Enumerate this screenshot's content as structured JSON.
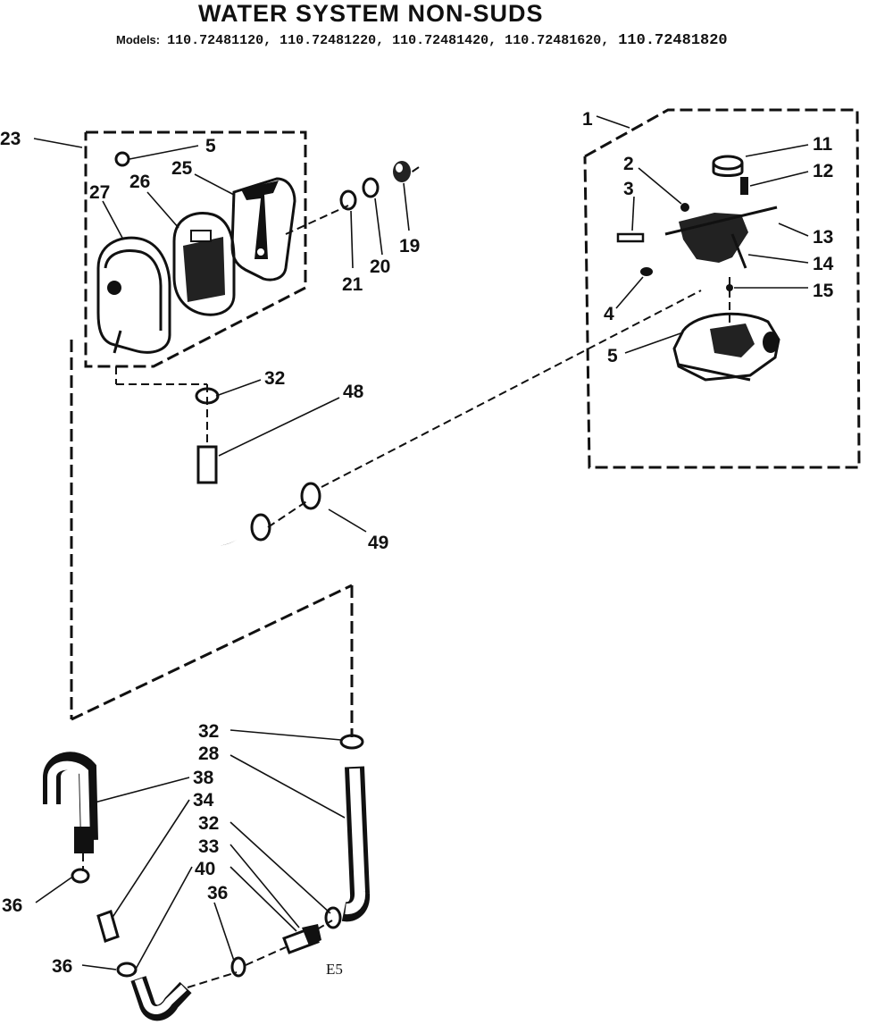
{
  "header": {
    "title": "WATER SYSTEM  NON-SUDS",
    "models_label": "Models:",
    "models_list": "110.72481120, 110.72481220, 110.72481420, 110.72481620,",
    "models_extra": "110.72481820"
  },
  "callouts": {
    "p23": "23",
    "p5a": "5",
    "p27": "27",
    "p26": "26",
    "p25": "25",
    "p21": "21",
    "p20": "20",
    "p19": "19",
    "p32a": "32",
    "p48": "48",
    "p49": "49",
    "p1": "1",
    "p11": "11",
    "p2": "2",
    "p12": "12",
    "p3": "3",
    "p13": "13",
    "p14": "14",
    "p4": "4",
    "p15": "15",
    "p5b": "5",
    "p32b": "32",
    "p28": "28",
    "p38": "38",
    "p34": "34",
    "p32c": "32",
    "p33": "33",
    "p40": "40",
    "p36a": "36",
    "p36b": "36",
    "p36c": "36"
  },
  "footer_code": "E5"
}
